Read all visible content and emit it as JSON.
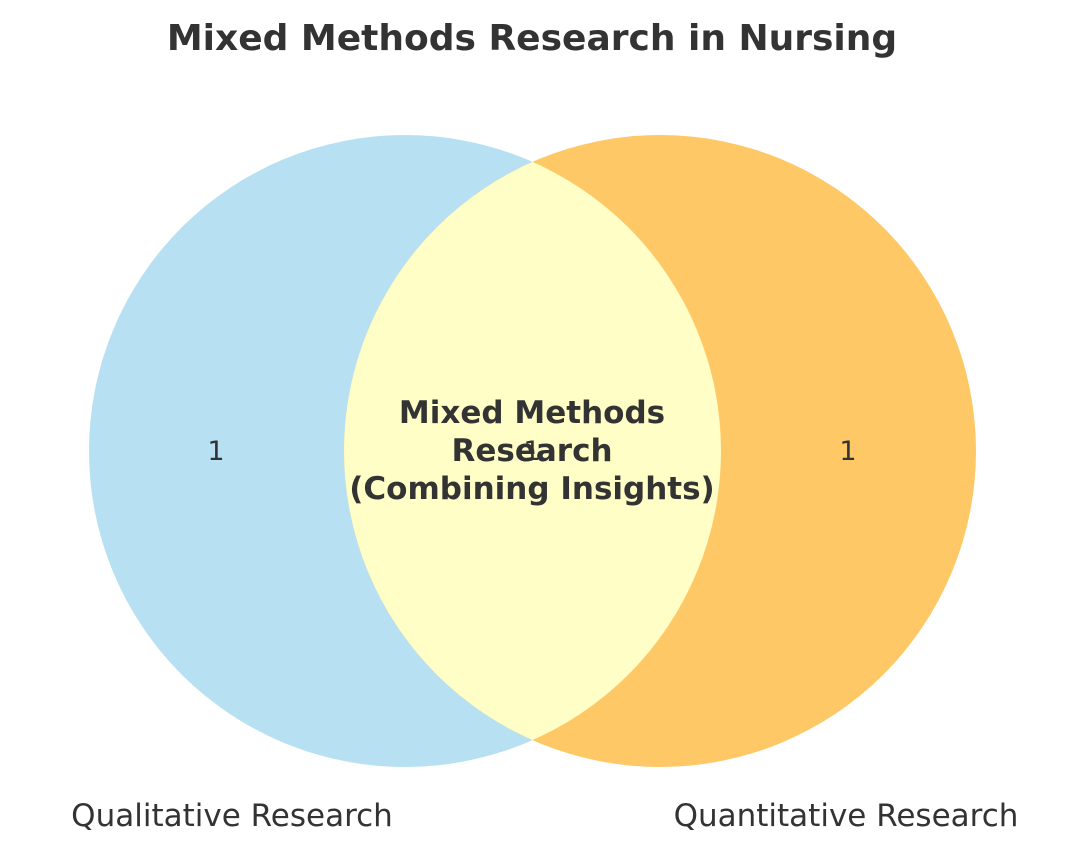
{
  "title": "Mixed Methods Research in Nursing",
  "sets": {
    "left": {
      "label": "Qualitative Research",
      "count": "1",
      "color": "#b7e0f2"
    },
    "right": {
      "label": "Quantitative Research",
      "count": "1",
      "color": "#fec866"
    },
    "overlap": {
      "count": "1",
      "color": "#fefec6",
      "label_lines": [
        "Mixed Methods",
        "Research",
        "(Combining Insights)"
      ]
    }
  },
  "text_color": "#333333"
}
